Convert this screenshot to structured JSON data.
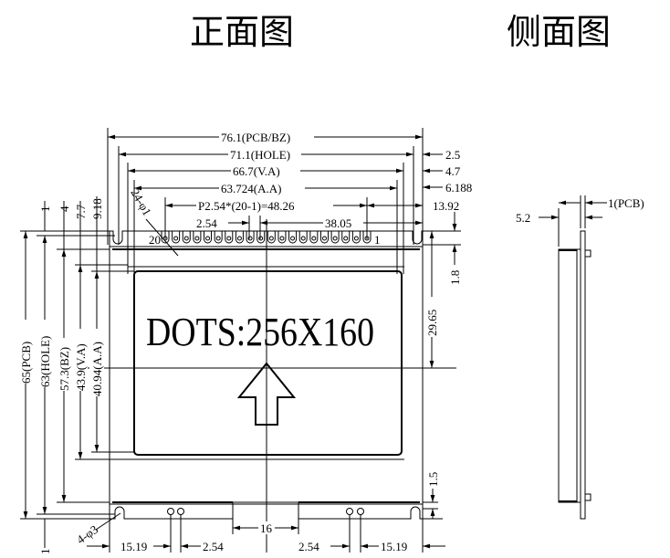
{
  "titles": {
    "front": "正面图",
    "side": "侧面图"
  },
  "display_text": "DOTS:256X160",
  "pins": {
    "first": "20",
    "last": "1"
  },
  "top_dims": {
    "pcb_width": "76.1(PCB/BZ)",
    "hole_width": "71.1(HOLE)",
    "va_width": "66.7(V.A)",
    "aa_width": "63.724(A.A)",
    "pin_span": "P2.54*(20-1)=48.26",
    "pin_pitch": "2.54",
    "pin_offset": "38.05",
    "r_hole": "2.5",
    "r_va": "4.7",
    "r_aa": "6.188",
    "r_pin": "13.92",
    "pin_hole": "24-φ1"
  },
  "left_dims": {
    "top_1": "1",
    "top_4": "4",
    "top_77": "7.7",
    "top_918": "9.18",
    "pcb_height": "65(PCB)",
    "hole_height": "63(HOLE)",
    "bz_height": "57.3(BZ)",
    "va_height": "43.9(V.A)",
    "aa_height": "40.94(A.A)",
    "bottom_1": "1"
  },
  "right_dims": {
    "d18": "1.8",
    "d2965": "29.65",
    "d15": "1.5"
  },
  "bottom_dims": {
    "mount_hole": "4-φ3",
    "left_1519": "15.19",
    "left_254": "2.54",
    "gap_16": "16",
    "right_254": "2.54",
    "right_1519": "15.19"
  },
  "side_dims": {
    "thickness": "5.2",
    "pcb": "1(PCB)"
  }
}
